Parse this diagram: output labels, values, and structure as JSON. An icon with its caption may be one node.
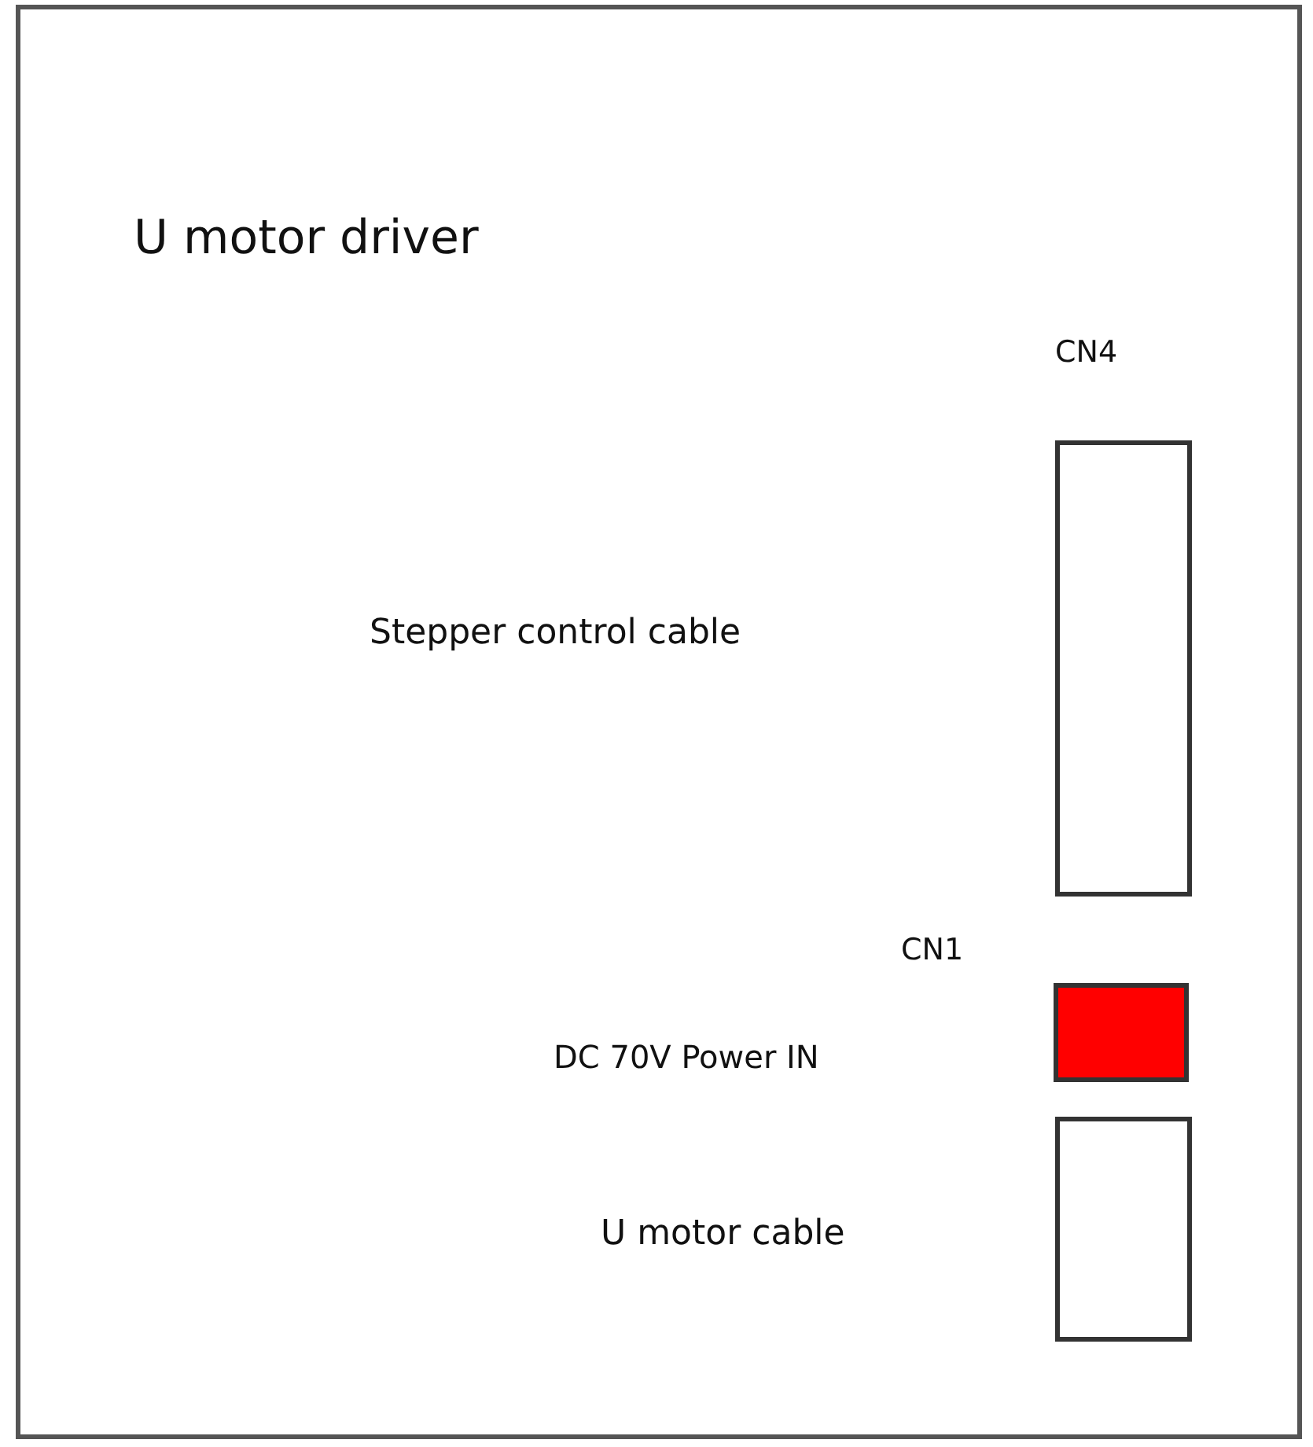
{
  "diagram": {
    "nodes": [
      {
        "text": [
          "U motor driver"
        ]
      },
      {
        "text": [
          "CN4"
        ],
        "in": 0
      },
      {
        "text": [
          "CN1"
        ],
        "in": 0
      },
      {
        "text": [],
        "shape": "box",
        "in": 0
      }
    ],
    "edges": [],
    "labels": [
      "Stepper control cable",
      "DC 70V Power IN",
      "U motor cable"
    ]
  }
}
